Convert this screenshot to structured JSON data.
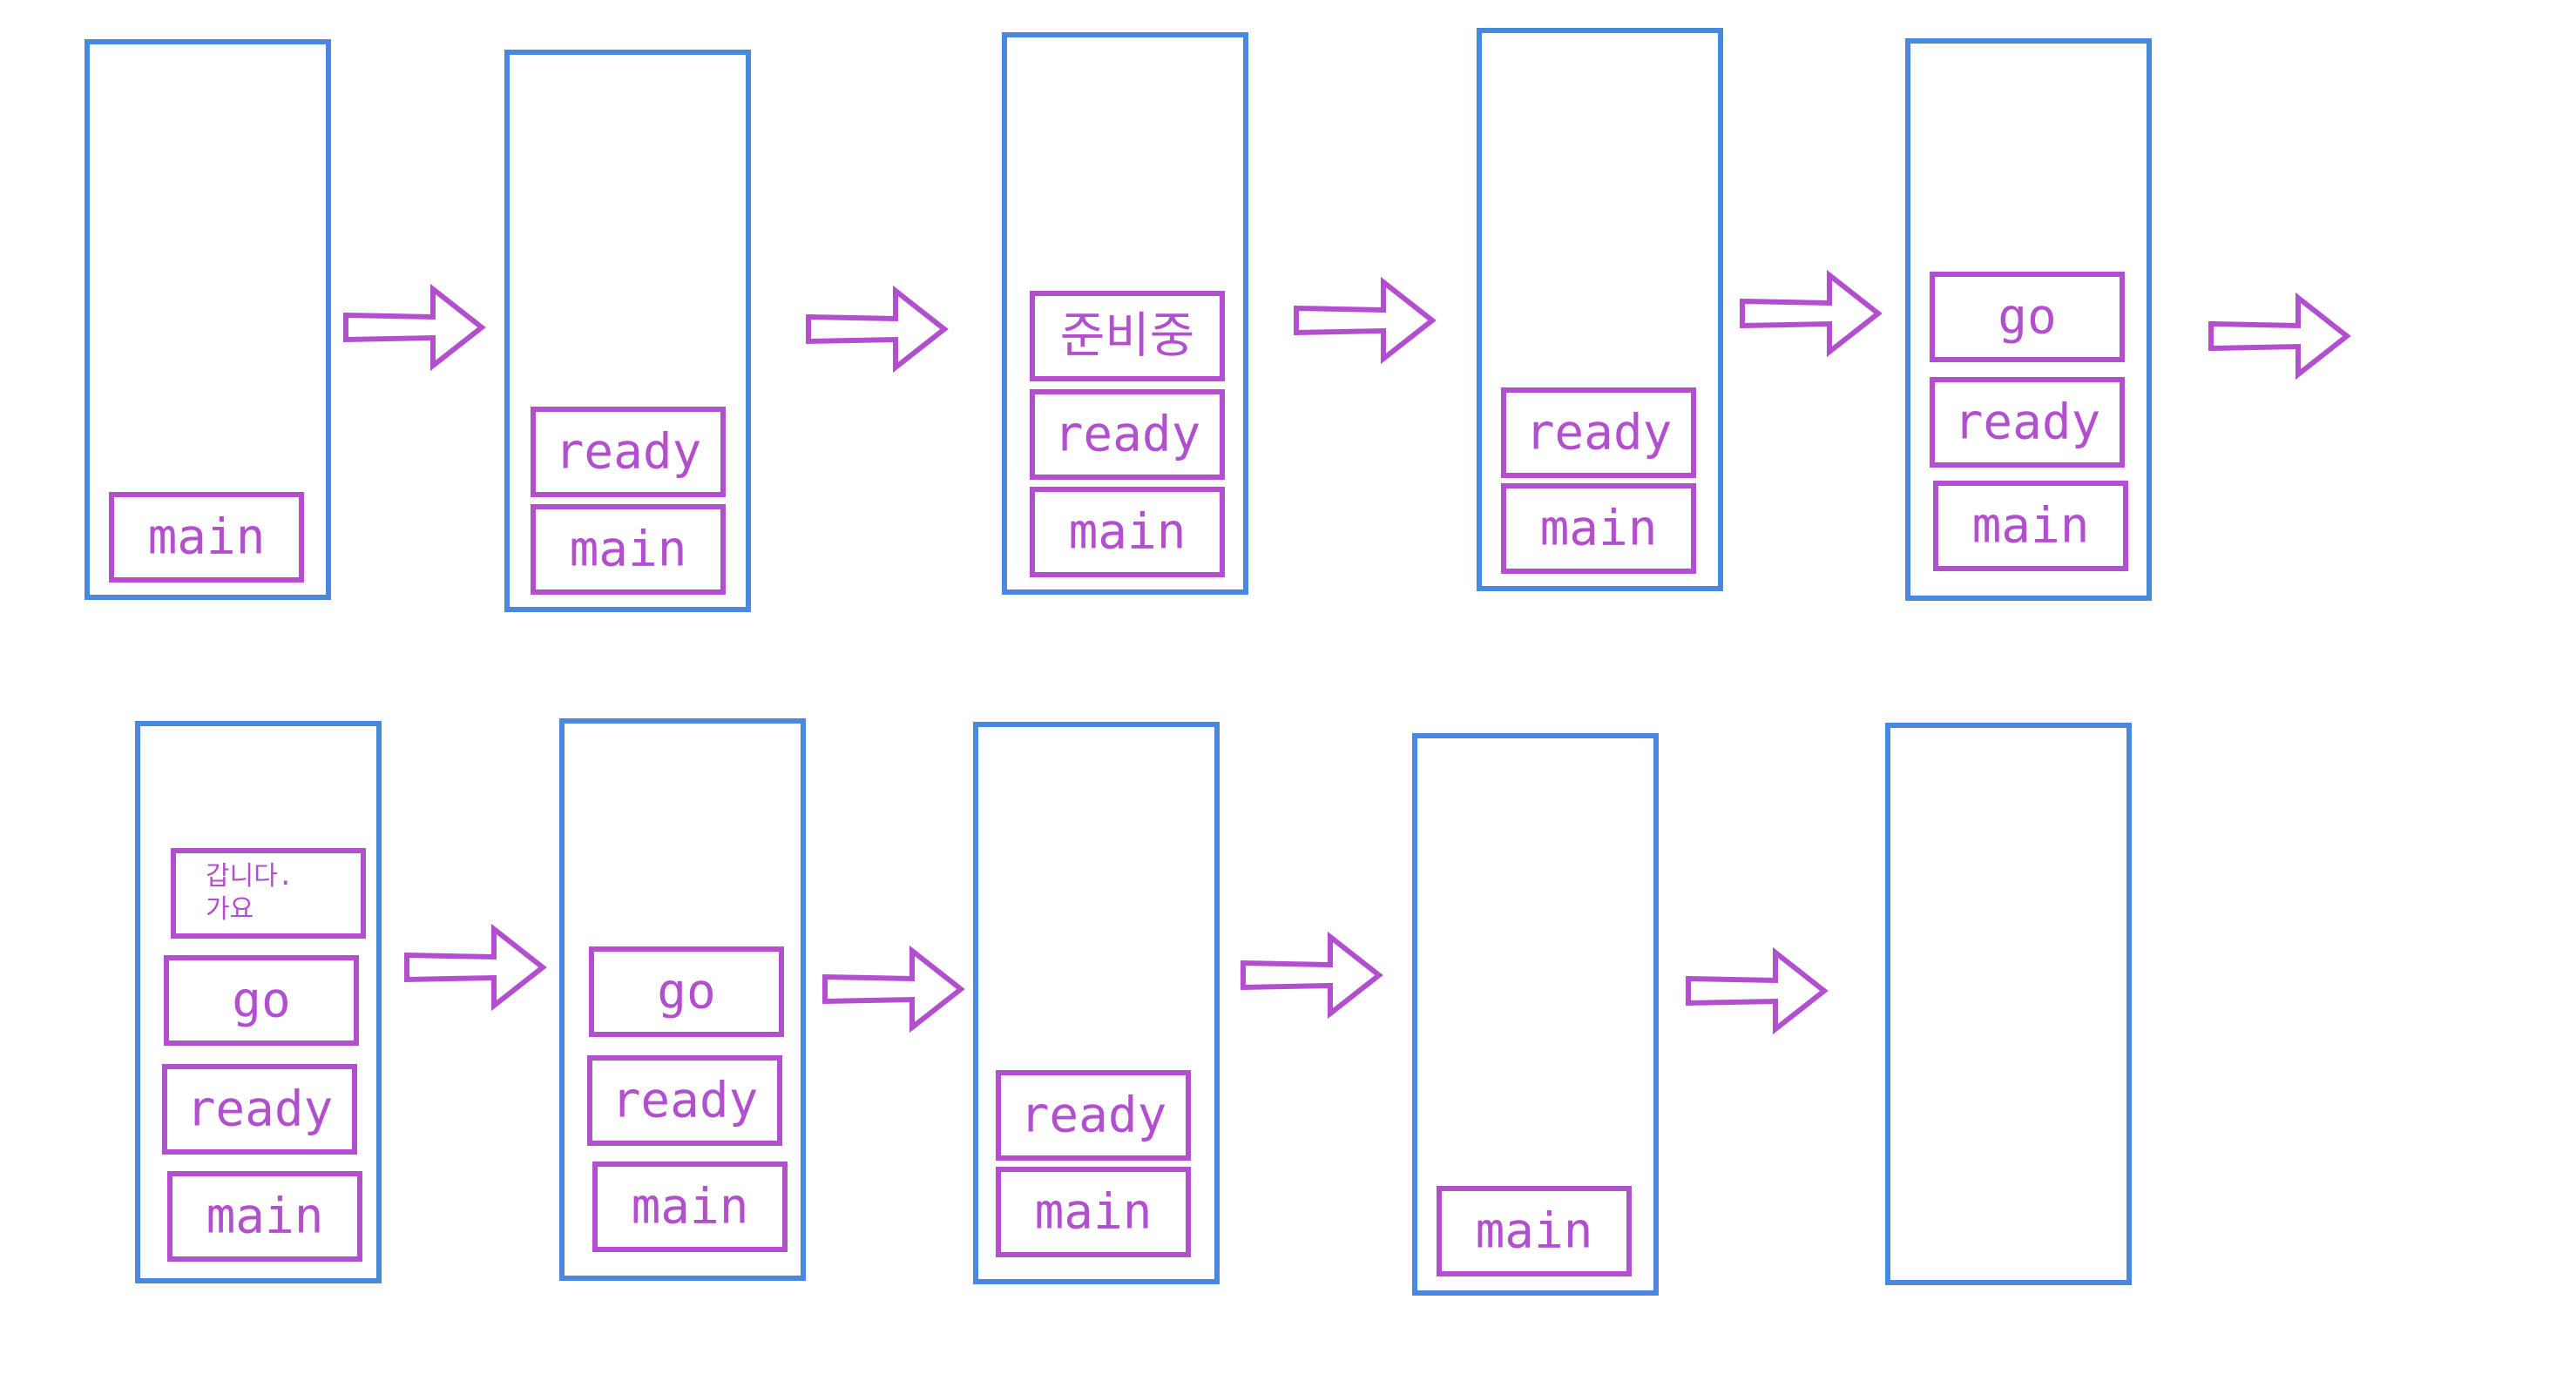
{
  "colors": {
    "frame_stroke": "#4a88e0",
    "call_stroke": "#b24fcf",
    "background": "#ffffff"
  },
  "stack_snapshots": [
    {
      "row": 1,
      "frames": [
        "main"
      ]
    },
    {
      "row": 1,
      "frames": [
        "main",
        "ready"
      ]
    },
    {
      "row": 1,
      "frames": [
        "main",
        "ready",
        "준비중"
      ]
    },
    {
      "row": 1,
      "frames": [
        "main",
        "ready"
      ]
    },
    {
      "row": 1,
      "frames": [
        "main",
        "ready",
        "go"
      ]
    },
    {
      "row": 2,
      "frames": [
        "main",
        "ready",
        "go",
        "갑니다. 가요"
      ]
    },
    {
      "row": 2,
      "frames": [
        "main",
        "ready",
        "go"
      ]
    },
    {
      "row": 2,
      "frames": [
        "main",
        "ready"
      ]
    },
    {
      "row": 2,
      "frames": [
        "main"
      ]
    },
    {
      "row": 2,
      "frames": []
    }
  ],
  "transition_icon": "right-arrow-icon"
}
